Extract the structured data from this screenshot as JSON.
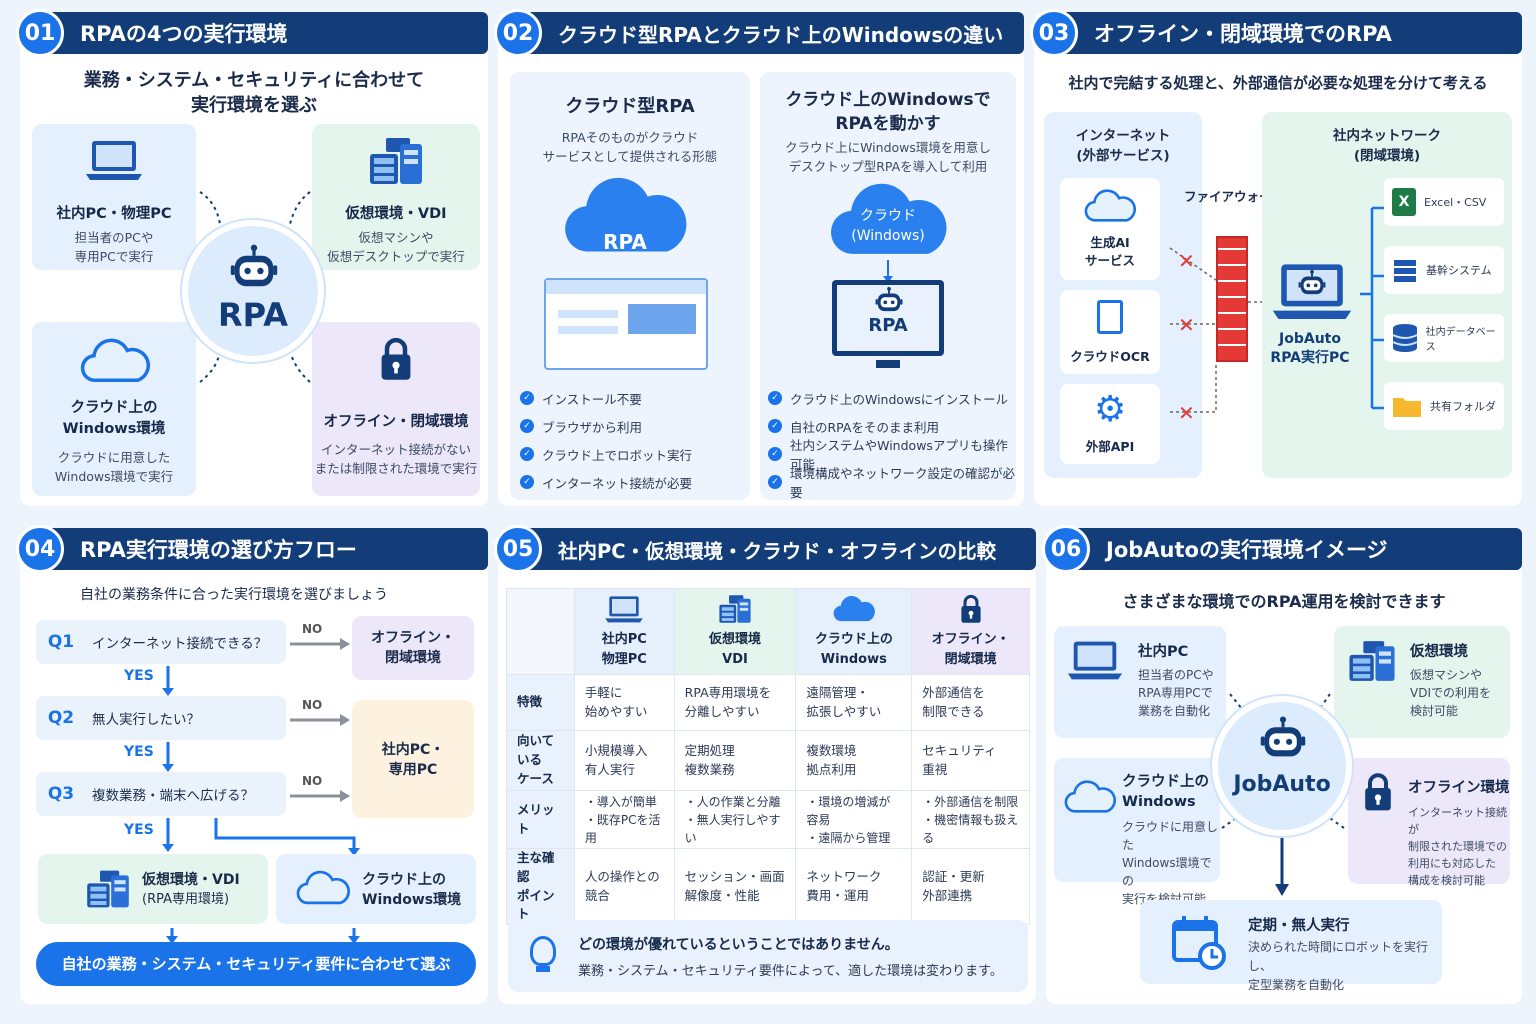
{
  "colors": {
    "navy": "#123d78",
    "blue": "#1a73e8",
    "red": "#e53935"
  },
  "p1": {
    "num": "01",
    "title": "RPAの4つの実行環境",
    "sub1": "業務・システム・セキュリティに合わせて",
    "sub2": "実行環境を選ぶ",
    "center": "RPA",
    "tl": {
      "title": "社内PC・物理PC",
      "d1": "担当者のPCや",
      "d2": "専用PCで実行"
    },
    "tr": {
      "title": "仮想環境・VDI",
      "d1": "仮想マシンや",
      "d2": "仮想デスクトップで実行"
    },
    "bl": {
      "t1": "クラウド上の",
      "t2": "Windows環境",
      "d1": "クラウドに用意した",
      "d2": "Windows環境で実行"
    },
    "br": {
      "title": "オフライン・閉域環境",
      "d1": "インターネット接続がない",
      "d2": "または制限された環境で実行"
    }
  },
  "p2": {
    "num": "02",
    "title": "クラウド型RPAとクラウド上のWindowsの違い",
    "left": {
      "title": "クラウド型RPA",
      "d1": "RPAそのものがクラウド",
      "d2": "サービスとして提供される形態",
      "cloud": "RPA",
      "checks": [
        "インストール不要",
        "ブラウザから利用",
        "クラウド上でロボット実行",
        "インターネット接続が必要"
      ]
    },
    "right": {
      "t1": "クラウド上のWindowsで",
      "t2": "RPAを動かす",
      "d1": "クラウド上にWindows環境を用意し",
      "d2": "デスクトップ型RPAを導入して利用",
      "cloud1": "クラウド",
      "cloud2": "(Windows)",
      "robot": "RPA",
      "checks": [
        "クラウド上のWindowsにインストール",
        "自社のRPAをそのまま利用",
        "社内システムやWindowsアプリも操作可能",
        "環境構成やネットワーク設定の確認が必要"
      ]
    }
  },
  "p3": {
    "num": "03",
    "title": "オフライン・閉域環境でのRPA",
    "sub": "社内で完結する処理と、外部通信が必要な処理を分けて考える",
    "ext1": "インターネット",
    "ext2": "(外部サービス)",
    "int1": "社内ネットワーク",
    "int2": "(閉域環境)",
    "fw": "ファイアウォール",
    "s1a": "生成AI",
    "s1b": "サービス",
    "s2": "クラウドOCR",
    "s3": "外部API",
    "pc1": "JobAuto",
    "pc2": "RPA実行PC",
    "t1": "Excel・CSV",
    "t2": "基幹システム",
    "t3": "社内データベース",
    "t4": "共有フォルダ"
  },
  "p4": {
    "num": "04",
    "title": "RPA実行環境の選び方フロー",
    "sub": "自社の業務条件に合った実行環境を選びましょう",
    "q1": "インターネット接続できる？",
    "q2": "無人実行したい？",
    "q3": "複数業務・端末へ広げる？",
    "q1l": "Q1",
    "q2l": "Q2",
    "q3l": "Q3",
    "no": "NO",
    "yes": "YES",
    "off1": "オフライン・",
    "off2": "閉域環境",
    "pc1": "社内PC・",
    "pc2": "専用PC",
    "vdi1": "仮想環境・VDI",
    "vdi2": "(RPA専用環境)",
    "cw1": "クラウド上の",
    "cw2": "Windows環境",
    "bottom": "自社の業務・システム・セキュリティ要件に合わせて選ぶ"
  },
  "p5": {
    "num": "05",
    "title": "社内PC・仮想環境・クラウド・オフラインの比較",
    "cols": [
      [
        "社内PC",
        "物理PC"
      ],
      [
        "仮想環境",
        "VDI"
      ],
      [
        "クラウド上の",
        "Windows"
      ],
      [
        "オフライン・",
        "閉域環境"
      ]
    ],
    "rows": [
      {
        "h": [
          "特徴"
        ],
        "c": [
          [
            "手軽に",
            "始めやすい"
          ],
          [
            "RPA専用環境を",
            "分離しやすい"
          ],
          [
            "遠隔管理・",
            "拡張しやすい"
          ],
          [
            "外部通信を",
            "制限できる"
          ]
        ]
      },
      {
        "h": [
          "向いている",
          "ケース"
        ],
        "c": [
          [
            "小規模導入",
            "有人実行"
          ],
          [
            "定期処理",
            "複数業務"
          ],
          [
            "複数環境",
            "拠点利用"
          ],
          [
            "セキュリティ",
            "重視"
          ]
        ]
      },
      {
        "h": [
          "メリット"
        ],
        "c": [
          [
            "・導入が簡単",
            "・既存PCを活用"
          ],
          [
            "・人の作業と分離",
            "・無人実行しやすい"
          ],
          [
            "・環境の増減が容易",
            "・遠隔から管理"
          ],
          [
            "・外部通信を制限",
            "・機密情報も扱える"
          ]
        ]
      },
      {
        "h": [
          "主な確認",
          "ポイント"
        ],
        "c": [
          [
            "人の操作との",
            "競合"
          ],
          [
            "セッション・画面",
            "解像度・性能"
          ],
          [
            "ネットワーク",
            "費用・運用"
          ],
          [
            "認証・更新",
            "外部連携"
          ]
        ]
      }
    ],
    "note1": "どの環境が優れているということではありません。",
    "note2": "業務・システム・セキュリティ要件によって、適した環境は変わります。"
  },
  "p6": {
    "num": "06",
    "title": "JobAutoの実行環境イメージ",
    "sub": "さまざまな環境でのRPA運用を検討できます",
    "center": "JobAuto",
    "tl": {
      "title": "社内PC",
      "d1": "担当者のPCや",
      "d2": "RPA専用PCで",
      "d3": "業務を自動化"
    },
    "tr": {
      "title": "仮想環境",
      "d1": "仮想マシンや",
      "d2": "VDIでの利用を",
      "d3": "検討可能"
    },
    "bl": {
      "t1": "クラウド上の",
      "t2": "Windows",
      "d1": "クラウドに用意した",
      "d2": "Windows環境での",
      "d3": "実行を検討可能"
    },
    "br": {
      "title": "オフライン環境",
      "d1": "インターネット接続が",
      "d2": "制限された環境での",
      "d3": "利用にも対応した",
      "d4": "構成を検討可能"
    },
    "bottom": {
      "title": "定期・無人実行",
      "d1": "決められた時間にロボットを実行し、",
      "d2": "定型業務を自動化"
    }
  }
}
